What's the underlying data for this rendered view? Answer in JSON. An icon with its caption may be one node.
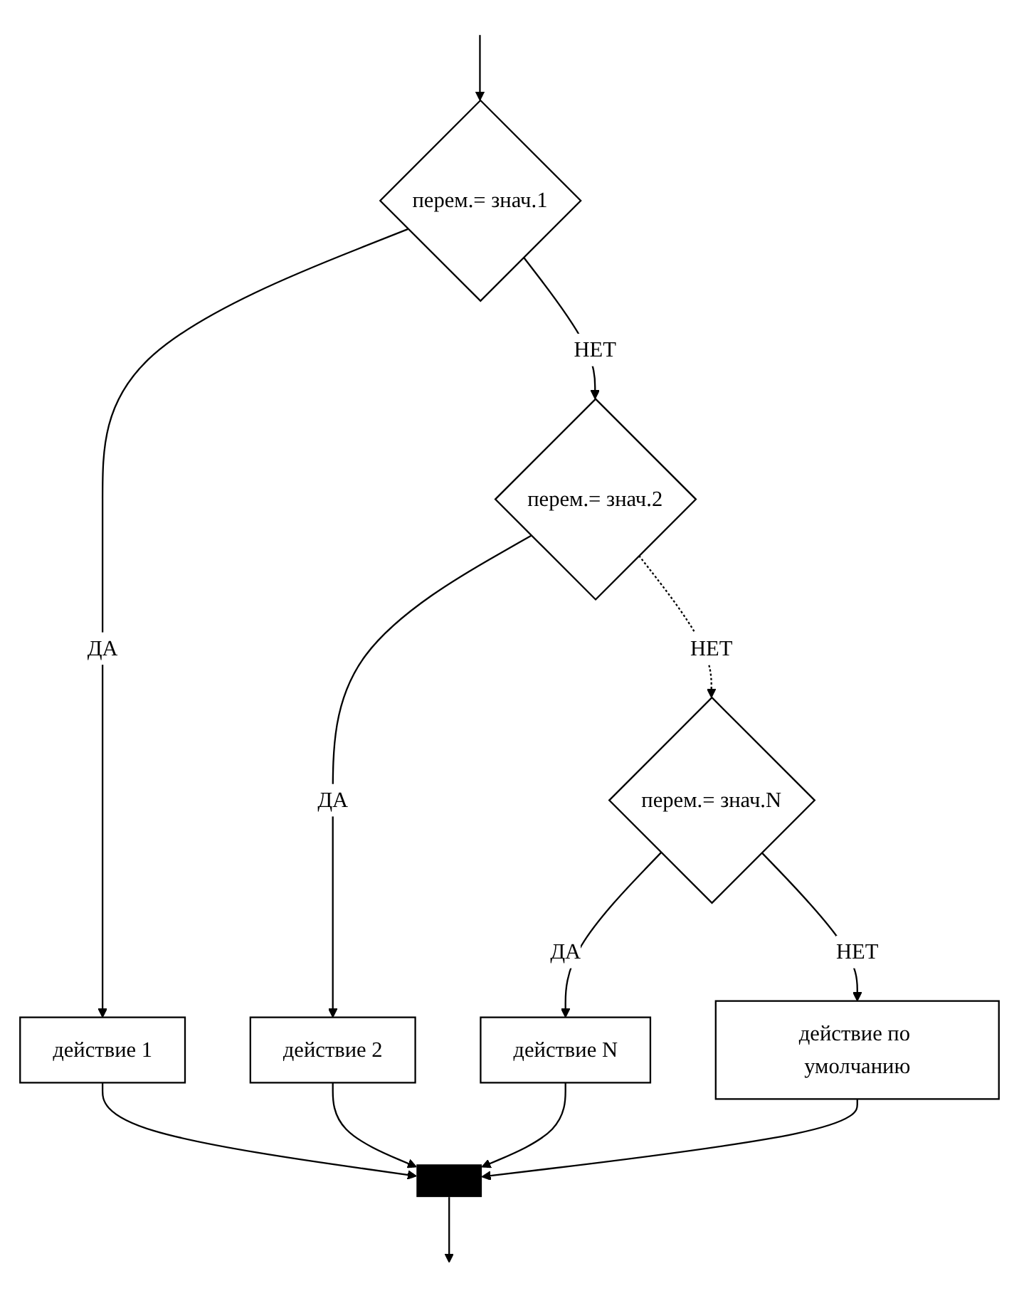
{
  "diagram": {
    "nodes": [
      {
        "text": [
          "перем.= знач.1"
        ]
      },
      {
        "text": [
          "действие 1"
        ]
      },
      {
        "text": [
          "перем.= знач.2"
        ]
      },
      {
        "text": [
          "действие 2"
        ]
      },
      {
        "text": [
          "перем.= знач.N"
        ]
      },
      {
        "text": [
          "действие N"
        ]
      },
      {
        "text": [
          "действие по умолчанию"
        ]
      },
      {
        "text": [],
        "shape": "bar"
      }
    ],
    "edges": [
      {
        "from": null,
        "to": 0,
        "arrow": "to"
      },
      {
        "from": 0,
        "to": 1,
        "arrow": "to",
        "label": "ДА"
      },
      {
        "from": 0,
        "to": 2,
        "arrow": "to",
        "label": "НЕТ"
      },
      {
        "from": 1,
        "to": 7,
        "arrow": "to"
      },
      {
        "from": 2,
        "to": 3,
        "arrow": "to",
        "label": "ДА"
      },
      {
        "from": 2,
        "to": 4,
        "arrow": "to",
        "label": "НЕТ",
        "style": "dashed"
      },
      {
        "from": 3,
        "to": 7,
        "arrow": "to"
      },
      {
        "from": 4,
        "to": 5,
        "arrow": "to",
        "label": "ДА"
      },
      {
        "from": 4,
        "to": 6,
        "arrow": "to",
        "label": "НЕТ"
      },
      {
        "from": 5,
        "to": 7,
        "arrow": "to"
      },
      {
        "from": 6,
        "to": 7,
        "arrow": "to"
      },
      {
        "from": 7,
        "to": null,
        "arrow": "to"
      }
    ]
  }
}
